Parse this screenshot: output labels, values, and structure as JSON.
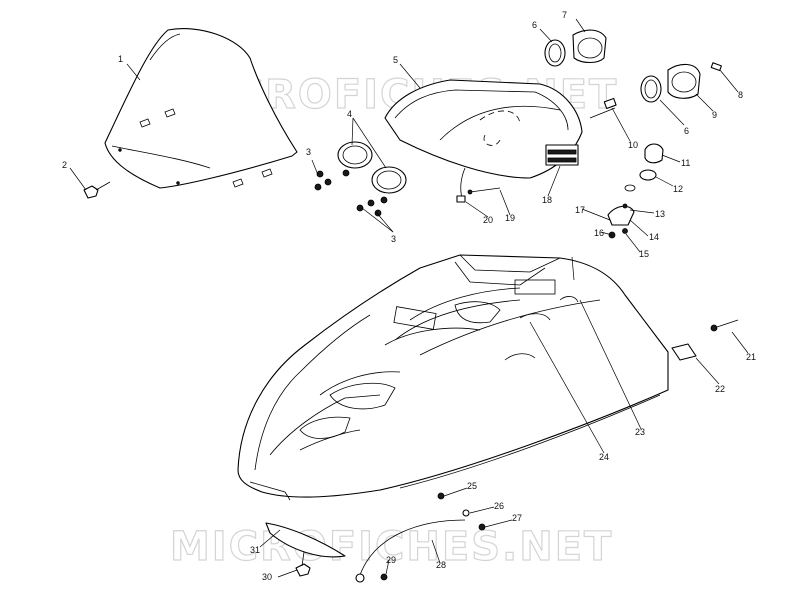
{
  "watermark": {
    "top": "MICROFICHES.NET",
    "bottom": "MICROFICHES.NET"
  },
  "callouts": [
    {
      "id": "c1",
      "text": "1"
    },
    {
      "id": "c2",
      "text": "2"
    },
    {
      "id": "c3a",
      "text": "3"
    },
    {
      "id": "c3b",
      "text": "3"
    },
    {
      "id": "c4",
      "text": "4"
    },
    {
      "id": "c5",
      "text": "5"
    },
    {
      "id": "c6a",
      "text": "6"
    },
    {
      "id": "c6b",
      "text": "6"
    },
    {
      "id": "c7",
      "text": "7"
    },
    {
      "id": "c8",
      "text": "8"
    },
    {
      "id": "c9",
      "text": "9"
    },
    {
      "id": "c10",
      "text": "10"
    },
    {
      "id": "c11",
      "text": "11"
    },
    {
      "id": "c12",
      "text": "12"
    },
    {
      "id": "c13",
      "text": "13"
    },
    {
      "id": "c14",
      "text": "14"
    },
    {
      "id": "c15",
      "text": "15"
    },
    {
      "id": "c16",
      "text": "16"
    },
    {
      "id": "c17",
      "text": "17"
    },
    {
      "id": "c18",
      "text": "18"
    },
    {
      "id": "c19",
      "text": "19"
    },
    {
      "id": "c20",
      "text": "20"
    },
    {
      "id": "c21",
      "text": "21"
    },
    {
      "id": "c22",
      "text": "22"
    },
    {
      "id": "c23",
      "text": "23"
    },
    {
      "id": "c24",
      "text": "24"
    },
    {
      "id": "c25",
      "text": "25"
    },
    {
      "id": "c26",
      "text": "26"
    },
    {
      "id": "c27",
      "text": "27"
    },
    {
      "id": "c28",
      "text": "28"
    },
    {
      "id": "c29",
      "text": "29"
    },
    {
      "id": "c30",
      "text": "30"
    },
    {
      "id": "c31",
      "text": "31"
    }
  ]
}
